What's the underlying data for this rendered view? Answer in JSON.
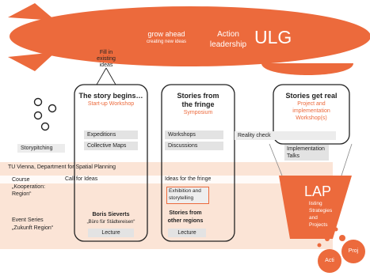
{
  "blimp": {
    "tagline1": "grow ahead",
    "tagline2": "creating new ideas",
    "action1": "Action",
    "action2": "leadership",
    "title": "ULG"
  },
  "fill_in": {
    "line1": "Fill in",
    "line2": "existing",
    "line3": "ideas"
  },
  "col1": {
    "title": "The story begins…",
    "subtitle": "Start-up Workshop",
    "items": [
      "Expeditions",
      "Collective Maps"
    ],
    "lower1": "Boris Sieverts",
    "lower2": "„Büro für Städtereisen“",
    "lower3": "Lecture"
  },
  "col2": {
    "title1": "Stories from",
    "title2": "the fringe",
    "subtitle": "Symposium",
    "items": [
      "Workshops",
      "Discussions"
    ],
    "mid": "Ideas for the fringe",
    "exhibit1": "Exhibition and",
    "exhibit2": "storytelling",
    "lower1": "Stories from",
    "lower2": "other regions",
    "lower3": "Lecture"
  },
  "col3": {
    "title": "Stories get real",
    "sub1": "Project and",
    "sub2": "implementation",
    "sub3": "Workshop(s)",
    "reality": "Reality check",
    "impl1": "Implementation",
    "impl2": "Talks"
  },
  "left": {
    "storypitching": "Storypitching",
    "tu": "TU Vienna, Department for Spatial Planning",
    "course1": "Course",
    "course2": "„Kooperation:",
    "course3": "Region“",
    "call": "Call for Ideas",
    "event1": "Event Series",
    "event2": "„Zukunft Region“"
  },
  "lap": {
    "title": "LAP",
    "line1": "listing",
    "line2": "Strategies",
    "line3": "and",
    "line4": "Projects",
    "acti": "Acti",
    "proj": "Proj"
  },
  "colors": {
    "orange": "#ec6a3c",
    "peach": "#fbe4d6",
    "tag": "#e3e3e3"
  }
}
